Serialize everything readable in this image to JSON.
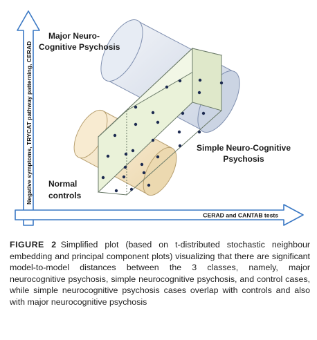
{
  "diagram": {
    "y_axis_label": "Negative symptoms, TRYCAT pathway patterning, CERAD",
    "x_axis_label": "CERAD and CANTAB tests",
    "classes": {
      "major": [
        "Major Neuro-",
        "Cognitive Psychosis"
      ],
      "simple": [
        "Simple Neuro-Cognitive",
        "Psychosis"
      ],
      "normal": [
        "Normal",
        "controls"
      ]
    },
    "colors": {
      "axis_fill": "#ffffff",
      "axis_stroke": "#3a78c4",
      "cylinder_major": "#dbe2ee",
      "cylinder_simple": "#eef4e2",
      "cylinder_normal": "#f5e6c9",
      "point": "#1c2a50"
    }
  },
  "caption": {
    "label": "FIGURE 2",
    "text": "Simplified plot (based on t-distributed stochastic neighbour embedding and principal component plots) visualizing that there are significant model-to-model distances between the 3 classes, namely, major neurocognitive psychosis, simple neurocognitive psychosis, and control cases, while simple neurocognitive psychosis cases overlap with controls and also with major neurocognitive psychosis"
  }
}
